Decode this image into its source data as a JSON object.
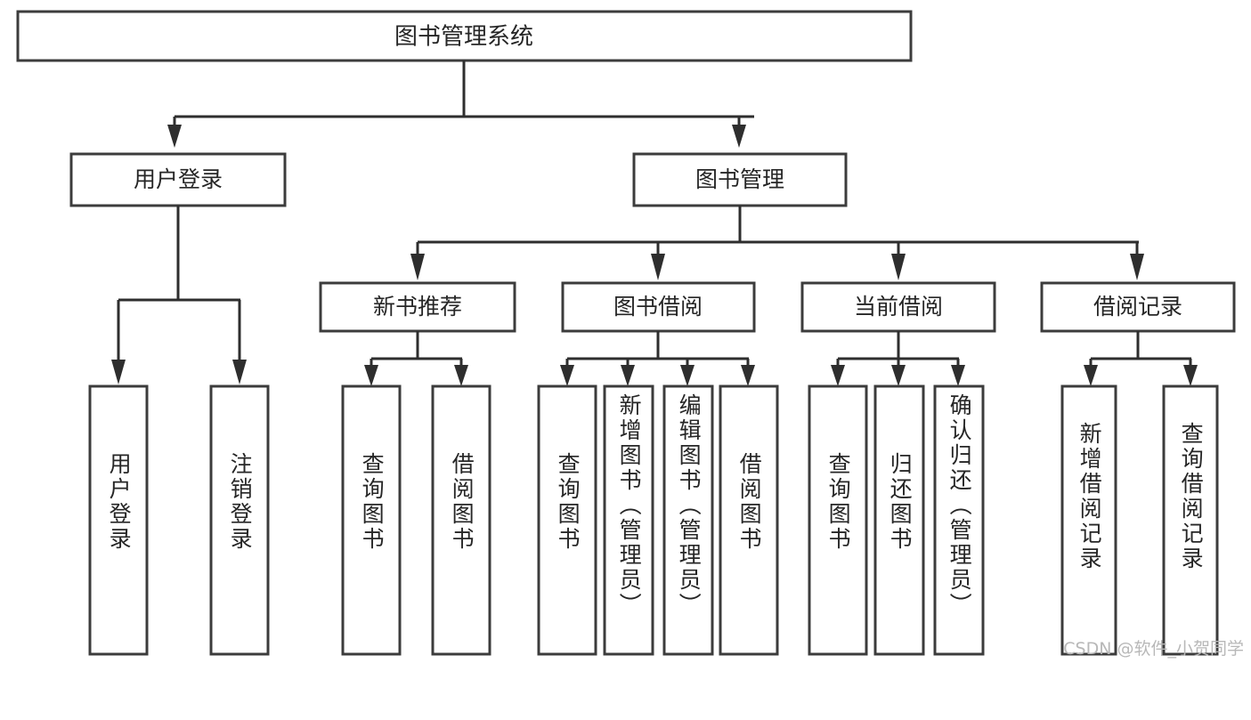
{
  "diagram": {
    "title": "图书管理系统",
    "type": "functional-structure-tree",
    "orientation": "top-down",
    "background_color": "#ffffff",
    "box_border_color": "#3c3c3c",
    "connector_color": "#2e2e2e",
    "text_color": "#262626"
  },
  "watermark": {
    "text": "CSDN @软件_小贺同学",
    "color": "#b8b8b8"
  },
  "nodes": {
    "root": {
      "label": "图书管理系统"
    },
    "level1": [
      {
        "id": "user-login",
        "label": "用户登录"
      },
      {
        "id": "book-manage",
        "label": "图书管理"
      }
    ],
    "level2": [
      {
        "id": "new-book-recommend",
        "label": "新书推荐",
        "parent": "book-manage"
      },
      {
        "id": "book-borrow",
        "label": "图书借阅",
        "parent": "book-manage"
      },
      {
        "id": "current-borrow",
        "label": "当前借阅",
        "parent": "book-manage"
      },
      {
        "id": "borrow-record",
        "label": "借阅记录",
        "parent": "book-manage"
      }
    ],
    "leaves": [
      {
        "id": "leaf-user-login",
        "label": "用户登录",
        "parent": "user-login"
      },
      {
        "id": "leaf-logout-login",
        "label": "注销登录",
        "parent": "user-login"
      },
      {
        "id": "leaf-query-book-1",
        "label": "查询图书",
        "parent": "new-book-recommend"
      },
      {
        "id": "leaf-borrow-book-1",
        "label": "借阅图书",
        "parent": "new-book-recommend"
      },
      {
        "id": "leaf-query-book-2",
        "label": "查询图书",
        "parent": "book-borrow"
      },
      {
        "id": "leaf-add-book",
        "label": "新增图书（管理员）",
        "parent": "book-borrow"
      },
      {
        "id": "leaf-edit-book",
        "label": "编辑图书（管理员）",
        "parent": "book-borrow"
      },
      {
        "id": "leaf-borrow-book-2",
        "label": "借阅图书",
        "parent": "book-borrow"
      },
      {
        "id": "leaf-query-book-3",
        "label": "查询图书",
        "parent": "current-borrow"
      },
      {
        "id": "leaf-return-book",
        "label": "归还图书",
        "parent": "current-borrow"
      },
      {
        "id": "leaf-confirm-return",
        "label": "确认归还（管理员）",
        "parent": "current-borrow"
      },
      {
        "id": "leaf-add-record",
        "label": "新增借阅记录",
        "parent": "borrow-record"
      },
      {
        "id": "leaf-query-record",
        "label": "查询借阅记录",
        "parent": "borrow-record"
      }
    ]
  }
}
